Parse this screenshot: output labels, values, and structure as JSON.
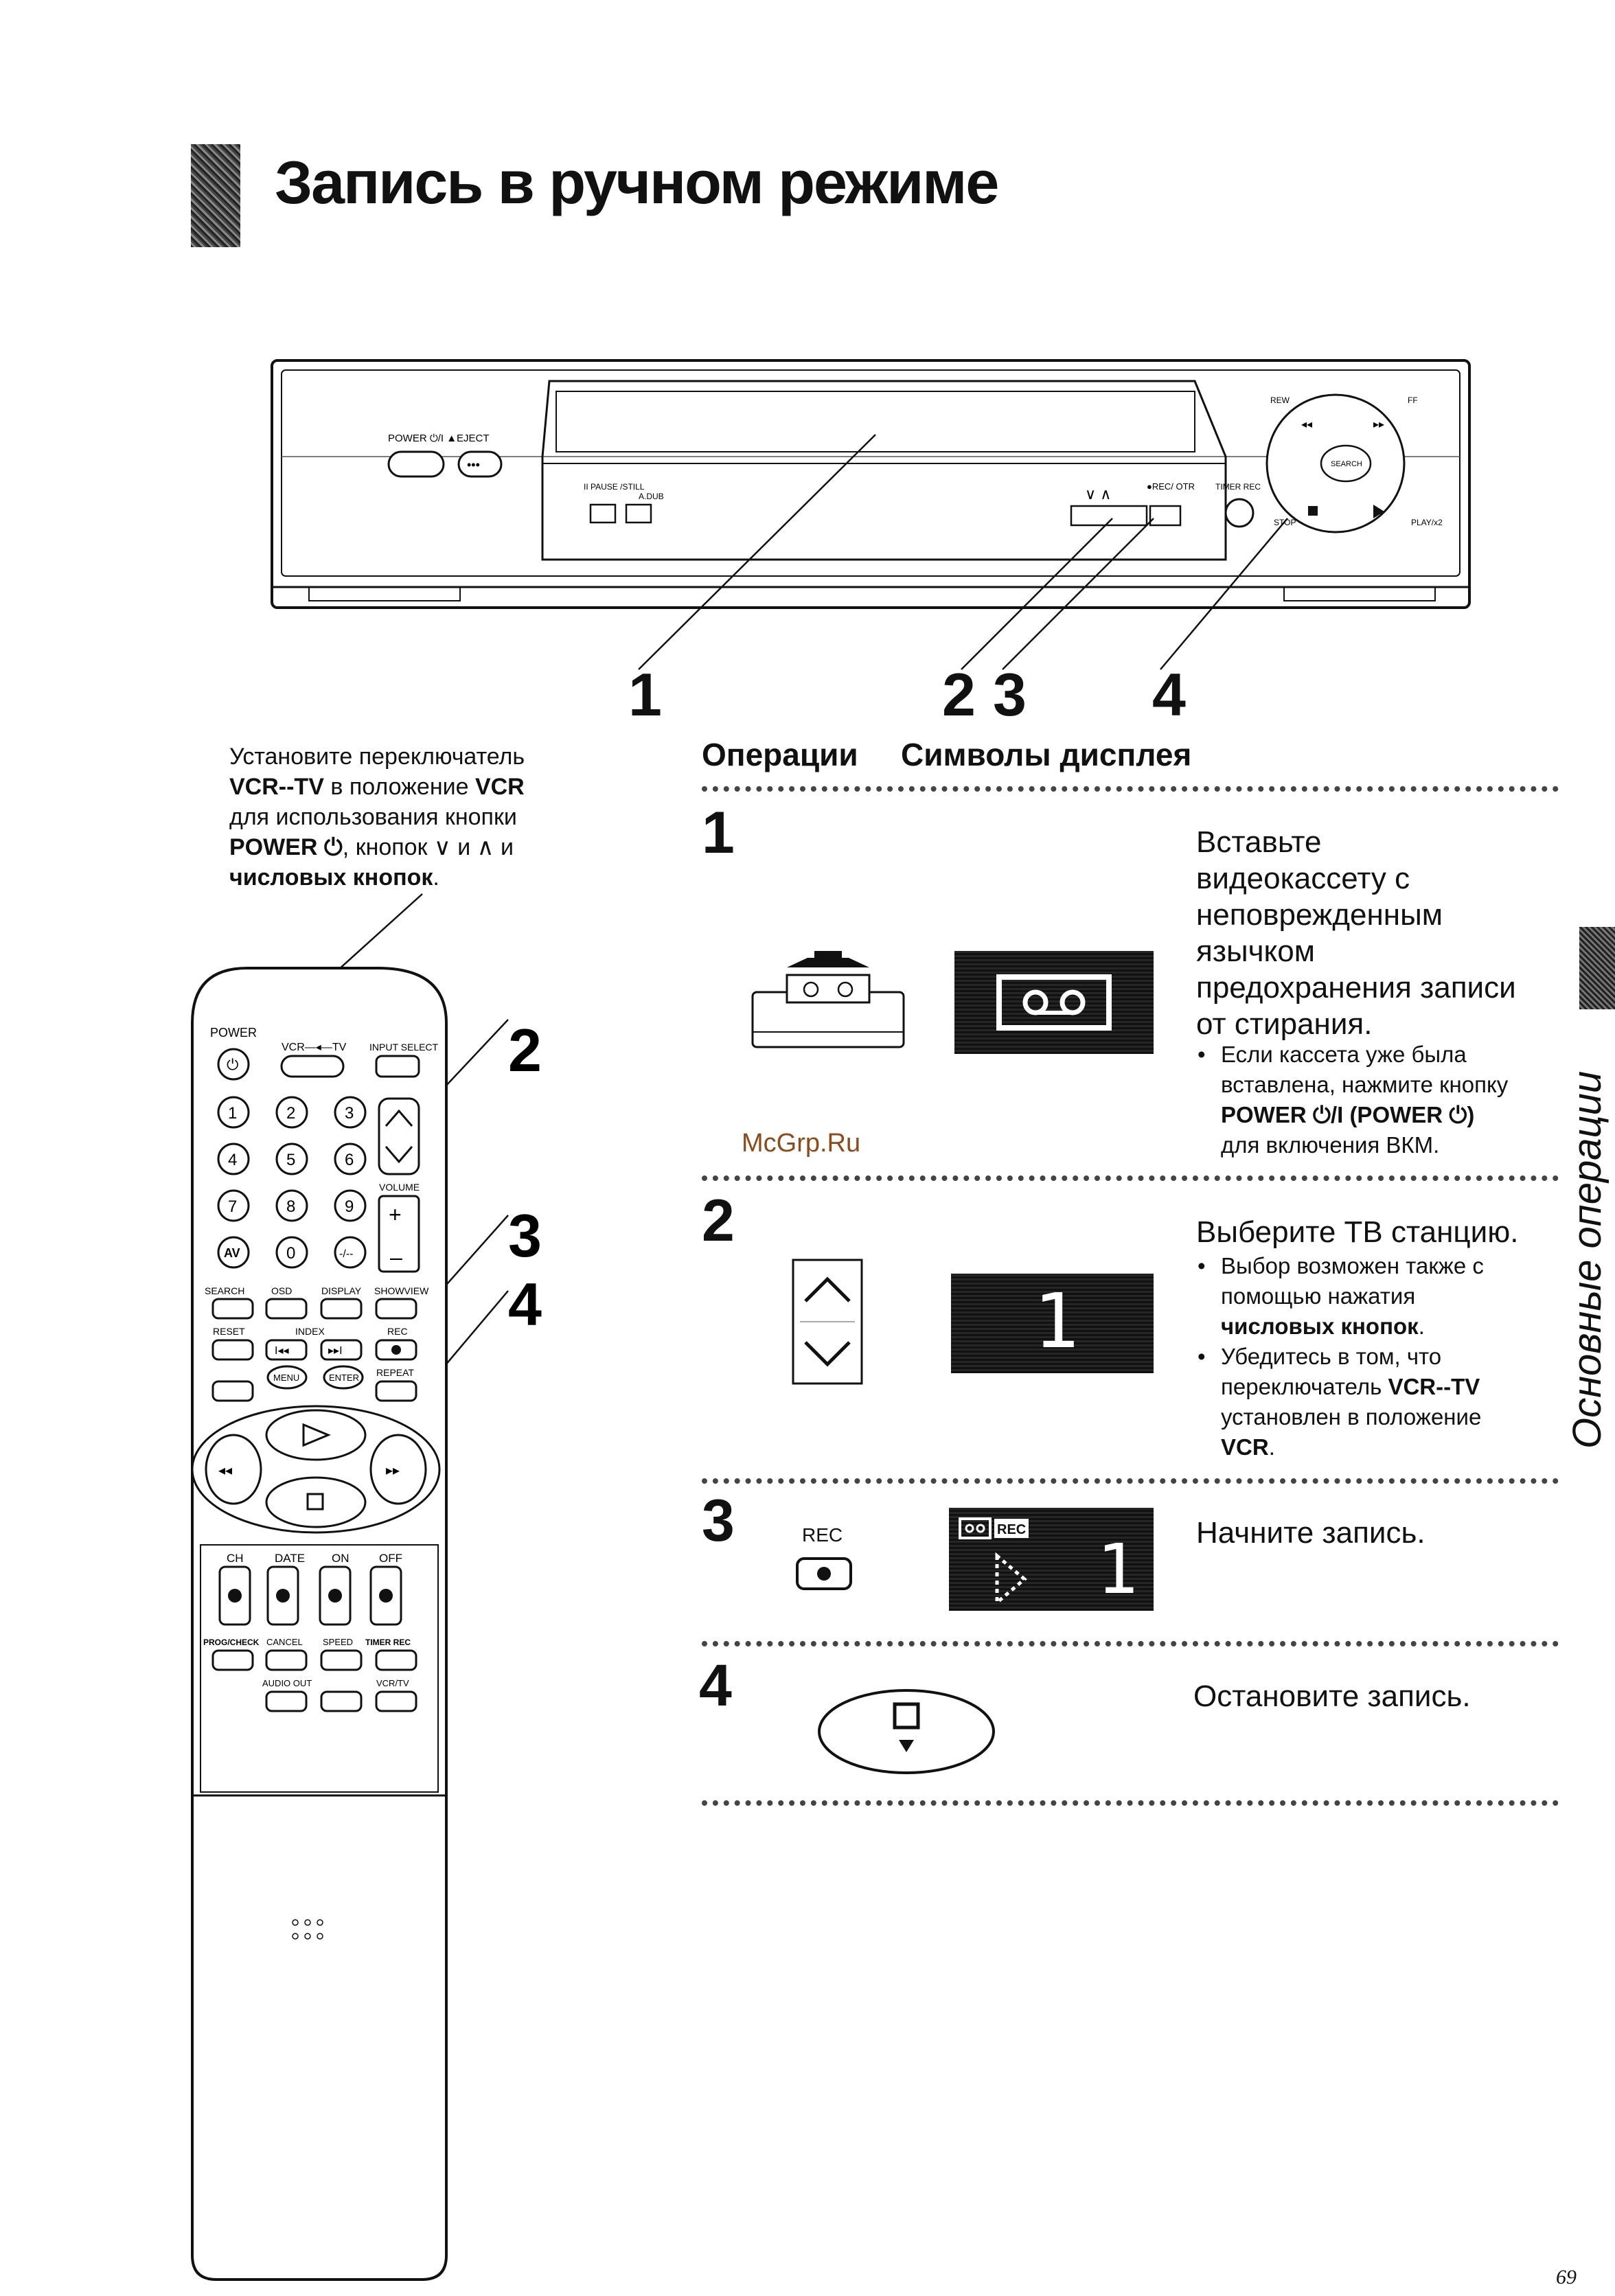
{
  "page": {
    "title": "Запись в ручном режиме",
    "page_number": "69",
    "side_label": "Основные операции",
    "watermark": "McGrp.Ru"
  },
  "callouts": [
    "1",
    "2",
    "3",
    "4"
  ],
  "columns": {
    "operations": "Операции",
    "display_symbols": "Символы дисплея"
  },
  "vcr_panel": {
    "power_eject": "POWER ⏻/I  ▲EJECT",
    "pause_still": "II PAUSE /STILL",
    "a_dub": "A.DUB",
    "rec_otr": "●REC/ OTR",
    "timer_rec": "TIMER REC",
    "rew": "REW",
    "ff": "FF",
    "search": "SEARCH",
    "stop": "STOP",
    "play_x2": "PLAY/x2",
    "chevrons": "∨  ∧"
  },
  "remote_note": {
    "line1": "Установите переключатель",
    "vcr_tv": "VCR--TV",
    "line2a": " в положение ",
    "vcr": "VCR",
    "line3": "для использования кнопки",
    "power": "POWER ⏻",
    "line4a": ", кнопок ",
    "chev": "∨ и ∧ и",
    "num_buttons": "числовых кнопок",
    "period": "."
  },
  "remote": {
    "power": "POWER",
    "vcr_tv": "VCR—◂—TV",
    "input_select": "INPUT SELECT",
    "volume": "VOLUME",
    "digits": [
      "1",
      "2",
      "3",
      "4",
      "5",
      "6",
      "7",
      "8",
      "9",
      "AV",
      "0",
      "-/--"
    ],
    "search": "SEARCH",
    "osd": "OSD",
    "display": "DISPLAY",
    "showview": "SHOWVIEW",
    "reset": "RESET",
    "index": "INDEX",
    "rec": "REC",
    "menu": "MENU",
    "enter": "ENTER",
    "repeat": "REPEAT",
    "ch": "CH",
    "date": "DATE",
    "on": "ON",
    "off": "OFF",
    "prog_check": "PROG/CHECK",
    "cancel": "CANCEL",
    "speed": "SPEED",
    "timer_rec": "TIMER REC",
    "audio_out": "AUDIO OUT",
    "vcr_tv2": "VCR/TV"
  },
  "steps": [
    {
      "num": "1",
      "main": [
        "Вставьте",
        "видеокассету с",
        "неповрежденным",
        "язычком",
        "предохранения записи",
        "от стирания."
      ],
      "bullet_a": "Если кассета уже была",
      "bullet_b": "вставлена, нажмите кнопку",
      "bullet_c": "POWER ⏻/I (POWER ⏻)",
      "bullet_d": "для включения ВКМ."
    },
    {
      "num": "2",
      "main": "Выберите ТВ станцию.",
      "b1": [
        "Выбор возможен также с",
        "помощью нажатия"
      ],
      "b1_bold": "числовых кнопок",
      "b1_end": ".",
      "b2": [
        "Убедитесь в том, что"
      ],
      "b2_l2": "переключатель ",
      "b2_bold": "VCR--TV",
      "b2_l3": "установлен в положение",
      "b2_bold2": "VCR",
      "b2_end": ".",
      "display": "1"
    },
    {
      "num": "3",
      "main": "Начните запись.",
      "rec_label": "REC",
      "display": "1",
      "display_rec": "REC"
    },
    {
      "num": "4",
      "main": "Остановите запись."
    }
  ]
}
